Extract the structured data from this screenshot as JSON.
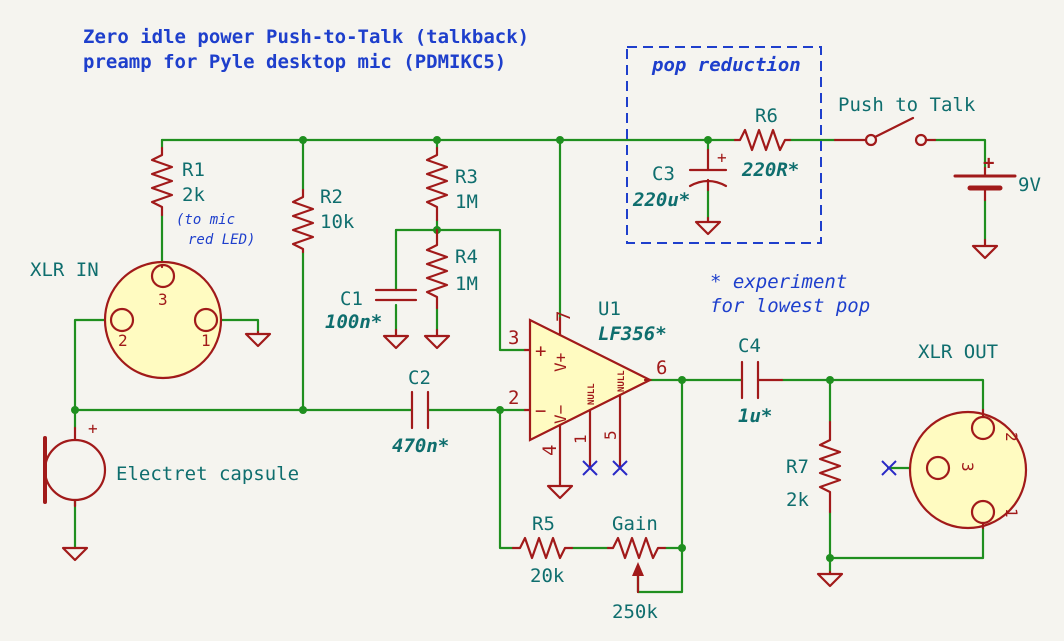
{
  "title": {
    "line1": "Zero idle power Push-to-Talk (talkback)",
    "line2": "preamp for Pyle desktop mic (PDMIKC5)"
  },
  "pop_box": {
    "label": "pop reduction"
  },
  "experiment_note": {
    "line1": "* experiment",
    "line2": "for lowest pop"
  },
  "components": {
    "R1": {
      "ref": "R1",
      "value": "2k",
      "note_line1": "(to mic",
      "note_line2": "red LED)"
    },
    "R2": {
      "ref": "R2",
      "value": "10k"
    },
    "R3": {
      "ref": "R3",
      "value": "1M"
    },
    "R4": {
      "ref": "R4",
      "value": "1M"
    },
    "R5": {
      "ref": "R5",
      "value": "20k"
    },
    "R6": {
      "ref": "R6",
      "value": "220R*"
    },
    "R7": {
      "ref": "R7",
      "value": "2k"
    },
    "C1": {
      "ref": "C1",
      "value": "100n*"
    },
    "C2": {
      "ref": "C2",
      "value": "470n*"
    },
    "C3": {
      "ref": "C3",
      "value": "220u*"
    },
    "C4": {
      "ref": "C4",
      "value": "1u*"
    },
    "U1": {
      "ref": "U1",
      "value": "LF356*",
      "pin_plus_in": "3",
      "pin_minus_in": "2",
      "pin_out": "6",
      "pin_vplus": "7",
      "pin_vminus": "4",
      "pin_null1": "1",
      "pin_null5": "5",
      "sym_plus": "+",
      "sym_minus": "−",
      "lbl_vplus": "V+",
      "lbl_vminus": "V−",
      "lbl_null": "NULL"
    },
    "gain": {
      "ref": "Gain",
      "value": "250k"
    },
    "switch": {
      "label": "Push to Talk"
    },
    "battery": {
      "value": "9V",
      "sign": "+"
    },
    "mic": {
      "label": "Electret capsule",
      "sign": "+"
    },
    "xlr_in": {
      "label": "XLR IN",
      "pin1": "1",
      "pin2": "2",
      "pin3": "3"
    },
    "xlr_out": {
      "label": "XLR OUT",
      "pin1": "1",
      "pin2": "2",
      "pin3": "3"
    }
  },
  "colors": {
    "wire": "#1f8f1f",
    "component": "#a11a1a",
    "component_fill": "#fffbc1",
    "label": "#0f6e6e",
    "note": "#1e3fcc"
  }
}
